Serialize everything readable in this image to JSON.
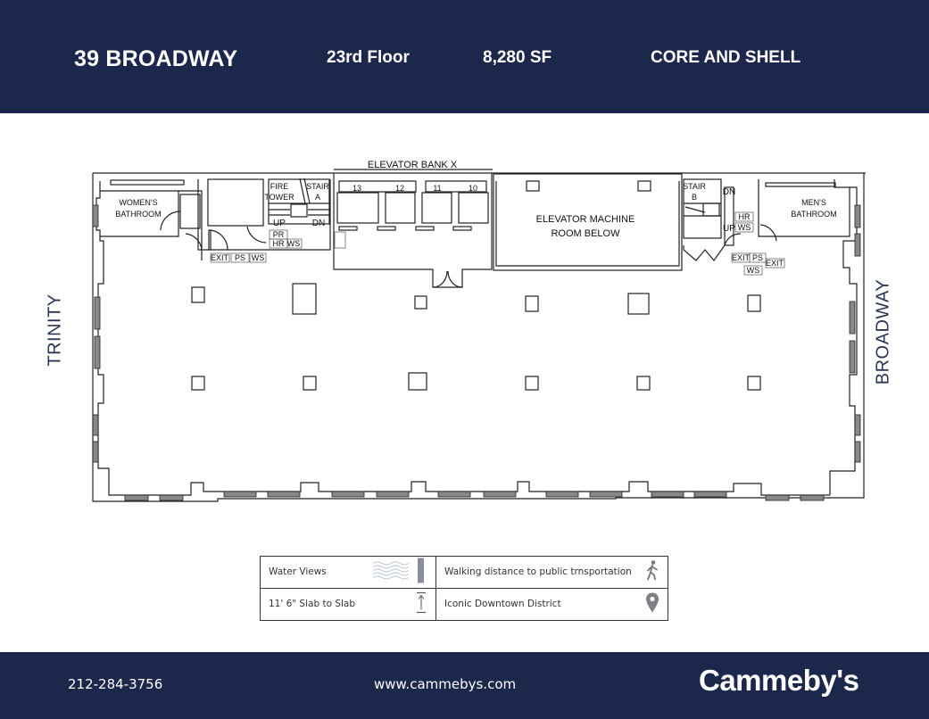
{
  "header": {
    "title": "39 BROADWAY",
    "floor": "23rd Floor",
    "area": "8,280 SF",
    "condition": "CORE AND SHELL",
    "background_color": "#1c274c"
  },
  "floor_plan": {
    "street_left": "TRINITY",
    "street_right": "BROADWAY",
    "labels": {
      "elevator_bank": "ELEVATOR BANK X",
      "elevators": [
        "13",
        "12",
        "11",
        "10"
      ],
      "machine_room_line1": "ELEVATOR MACHINE",
      "machine_room_line2": "ROOM BELOW",
      "womens_line1": "WOMEN'S",
      "womens_line2": "BATHROOM",
      "mens_line1": "MEN'S",
      "mens_line2": "BATHROOM",
      "fire_line1": "FIRE",
      "fire_line2": "TOWER",
      "stair_a_line1": "STAIR",
      "stair_a_line2": "A",
      "stair_b_line1": "STAIR",
      "stair_b_line2": "B",
      "up": "UP",
      "dn": "DN",
      "pr": "PR",
      "hr": "HR",
      "ws": "WS",
      "ps": "PS",
      "exit": "EXIT"
    }
  },
  "features": [
    {
      "label": "Water Views",
      "icon": "water-view-icon"
    },
    {
      "label": "Walking distance to public trnsportation",
      "icon": "walking-person-icon"
    },
    {
      "label": "11' 6\" Slab to Slab",
      "icon": "ceiling-height-icon"
    },
    {
      "label": "Iconic Downtown District",
      "icon": "map-pin-icon"
    }
  ],
  "footer": {
    "phone": "212-284-3756",
    "website": "www.cammebys.com",
    "brand": "Cammeby's"
  }
}
